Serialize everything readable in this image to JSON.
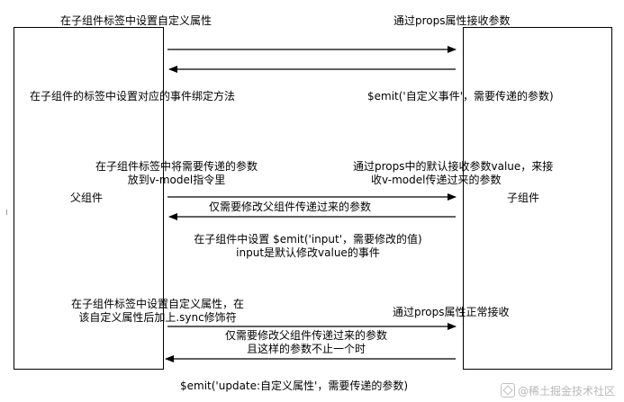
{
  "diagram": {
    "parent_label": "父组件",
    "child_label": "子组件",
    "section1": {
      "parent_text": "在子组件标签中设置自定义属性",
      "child_text": "通过props属性接收参数",
      "bind_method_text": "在子组件的标签中设置对应的事件绑定方法",
      "emit_text": "$emit('自定义事件'，需要传递的参数)"
    },
    "section2": {
      "parent_text": [
        "在子组件标签中将需要传递的参数",
        "放到v-model指令里"
      ],
      "child_text": [
        "通过props中的默认接收参数value，来接",
        "收v-model传递过来的参数"
      ],
      "note": "仅需要修改父组件传递过来的参数",
      "emit_text": [
        "在子组件中设置 $emit('input'，需要修改的值)",
        "input是默认修改value的事件"
      ]
    },
    "section3": {
      "parent_text": [
        "在子组件标签中设置自定义属性，在",
        "该自定义属性后加上.sync修饰符"
      ],
      "child_text": "通过props属性正常接收",
      "note": [
        "仅需要修改父组件传递过来的参数",
        "且这样的参数不止一个时"
      ],
      "emit_text": "$emit('update:自定义属性'，需要传递的参数)"
    }
  },
  "watermark": "@稀土掘金技术社区"
}
